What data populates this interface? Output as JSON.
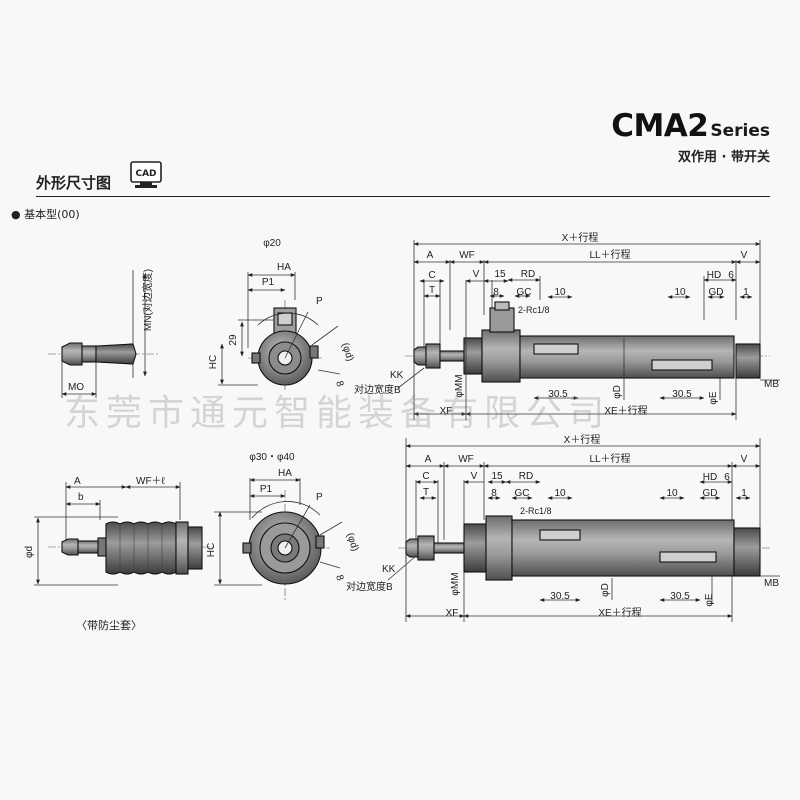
{
  "header": {
    "series_model": "CMA2",
    "series_word": "Series",
    "series_subtitle": "双作用 · 带开关",
    "section_title": "外形尺寸图",
    "cad_badge": "CAD",
    "subtype": "● 基本型(00)",
    "caption": "〈带防尘套〉"
  },
  "watermark": "东莞市通元智能装备有限公司",
  "colors": {
    "cylinder_body": "#8f8f8f",
    "cylinder_dark": "#5a5a5a",
    "line": "#222222",
    "background": "#f8f8f7"
  },
  "rod_end_view": {
    "mn": "MN(对边宽度)",
    "mo": "MO"
  },
  "front_view_1": {
    "dia": "φ20",
    "ha": "HA",
    "p1": "P1",
    "p": "P",
    "dim_29": "29",
    "hc": "HC",
    "pd": "(φd)",
    "dim_8": "8"
  },
  "front_view_2": {
    "dia": "φ30・φ40",
    "ha": "HA",
    "p1": "P1",
    "p": "P",
    "hc": "HC",
    "pd": "(φd)",
    "dim_8": "8"
  },
  "boot_view": {
    "a": "A",
    "wf": "WF＋ℓ",
    "b": "b",
    "phid": "φd"
  },
  "side_view_1": {
    "x": "X＋行程",
    "a": "A",
    "wf": "WF",
    "ll": "LL＋行程",
    "v": "V",
    "c": "C",
    "t": "T",
    "v2": "V",
    "d15": "15",
    "rd": "RD",
    "hd": "HD",
    "d6": "6",
    "d8": "8",
    "gc": "GC",
    "d10a": "10",
    "d10b": "10",
    "gd": "GD",
    "d1": "1",
    "port": "2-Rc1/8",
    "kk": "KK",
    "wrench": "对边宽度B",
    "phimm": "φMM",
    "phid": "φD",
    "d305a": "30.5",
    "d305b": "30.5",
    "phie": "φE",
    "mb": "MB",
    "xf": "XF",
    "xe": "XE＋行程"
  },
  "side_view_2": {
    "x": "X＋行程",
    "a": "A",
    "wf": "WF",
    "ll": "LL＋行程",
    "v": "V",
    "c": "C",
    "t": "T",
    "v2": "V",
    "d15": "15",
    "rd": "RD",
    "hd": "HD",
    "d6": "6",
    "d8": "8",
    "gc": "GC",
    "d10a": "10",
    "d10b": "10",
    "gd": "GD",
    "d1": "1",
    "port": "2-Rc1/8",
    "kk": "KK",
    "wrench": "对边宽度B",
    "phimm": "φMM",
    "phid": "φD",
    "d305a": "30.5",
    "d305b": "30.5",
    "phie": "φE",
    "mb": "MB",
    "xf": "XF",
    "xe": "XE＋行程"
  }
}
